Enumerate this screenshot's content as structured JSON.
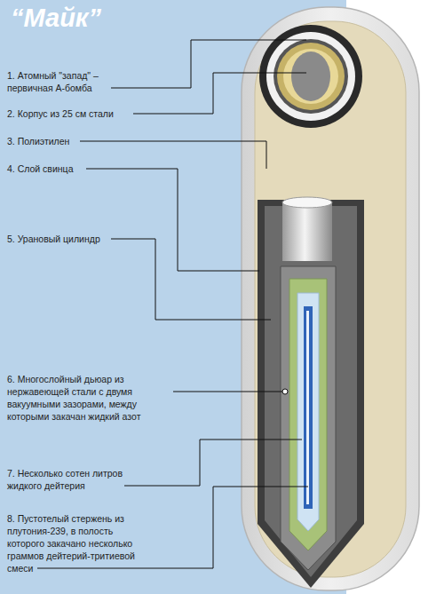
{
  "diagram": {
    "title": "“Майк”",
    "labels": [
      "1. Атомный \"запад\" – первичная А-бомба",
      "2. Корпус из 25 см стали",
      "3. Полиэтилен",
      "4. Слой свинца",
      "5. Урановый цилиндр",
      "6. Многослойный дьюар из нержавеющей стали с двумя вакуумными зазорами, между которыми закачан жидкий азот",
      "7. Несколько сотен литров жидкого дейтерия",
      "8. Пустотелый стержень из плутония-239, в полость которого закачано несколько граммов дейтерий-тритиевой смеси"
    ]
  }
}
